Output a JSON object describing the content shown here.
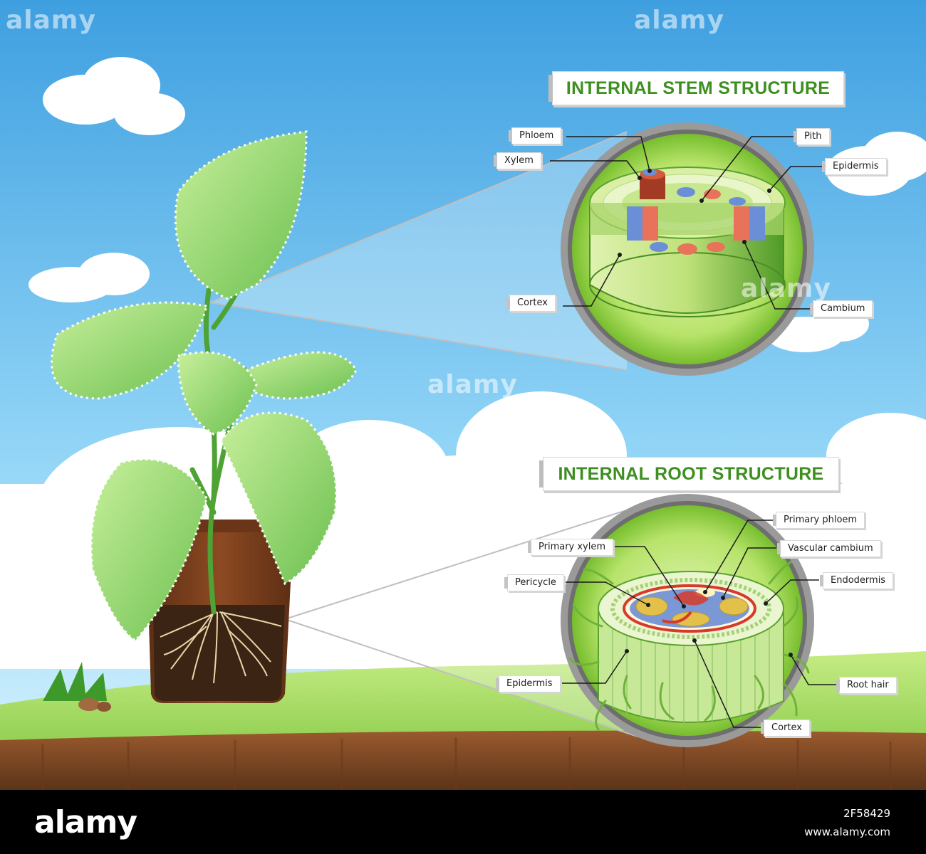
{
  "titles": {
    "stem": "INTERNAL STEM STRUCTURE",
    "root": "INTERNAL ROOT STRUCTURE"
  },
  "stem_labels": {
    "phloem": "Phloem",
    "xylem": "Xylem",
    "pith": "Pith",
    "epidermis": "Epidermis",
    "cortex": "Cortex",
    "cambium": "Cambium"
  },
  "root_labels": {
    "primary_phloem": "Primary phloem",
    "primary_xylem": "Primary xylem",
    "vascular_cambium": "Vascular cambium",
    "pericycle": "Pericycle",
    "endodermis": "Endodermis",
    "epidermis": "Epidermis",
    "root_hair": "Root hair",
    "cortex": "Cortex"
  },
  "watermark": {
    "text": "alamy"
  },
  "footer": {
    "logo": "alamy",
    "image_id": "2F58429",
    "site": "www.alamy.com"
  },
  "colors": {
    "sky": "#4fb0e8",
    "grass": "#8fd24a",
    "soil": "#7b4a2a",
    "title_green": "#3d8f1f",
    "xylem_red": "#e8735a",
    "phloem_blue": "#6b8fd6"
  }
}
